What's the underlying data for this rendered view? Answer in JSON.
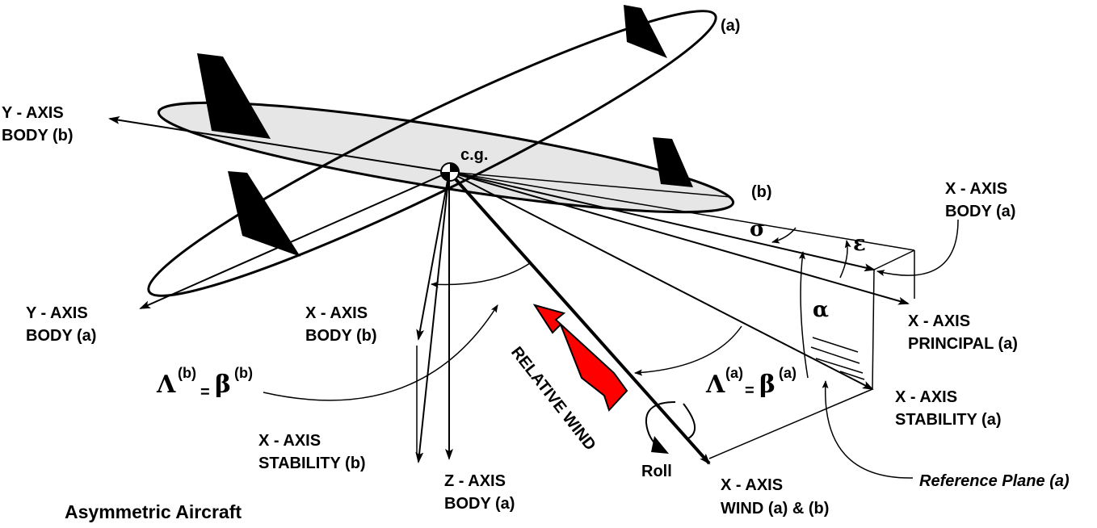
{
  "title": "Asymmetric Aircraft",
  "center_label": "c.g.",
  "wing_labels": {
    "a": "(a)",
    "b": "(b)"
  },
  "axis_labels": {
    "y_body_b": [
      "Y - AXIS",
      "BODY (b)"
    ],
    "y_body_a": [
      "Y - AXIS",
      "BODY (a)"
    ],
    "x_body_b": [
      "X - AXIS",
      "BODY (b)"
    ],
    "x_stability_b": [
      "X - AXIS",
      "STABILITY (b)"
    ],
    "z_body_a": [
      "Z - AXIS",
      "BODY (a)"
    ],
    "x_wind": [
      "X - AXIS",
      "WIND (a) & (b)"
    ],
    "x_stability_a": [
      "X - AXIS",
      "STABILITY (a)"
    ],
    "x_principal_a": [
      "X - AXIS",
      "PRINCIPAL (a)"
    ],
    "x_body_a": [
      "X - AXIS",
      "BODY (a)"
    ]
  },
  "relative_wind": "RELATIVE WIND",
  "roll": "Roll",
  "reference_plane": "Reference Plane (a)",
  "angles": {
    "sigma": "σ",
    "epsilon": "ε",
    "alpha": "α",
    "lambda_b": {
      "lhs": "Λ",
      "lhs_sup": "(b)",
      "eq": "=",
      "rhs": "β",
      "rhs_sup": "(b)"
    },
    "lambda_a": {
      "lhs": "Λ",
      "lhs_sup": "(a)",
      "eq": "=",
      "rhs": "β",
      "rhs_sup": "(a)"
    }
  },
  "colors": {
    "relative_wind_arrow": "#ff0000",
    "wing_b_fill": "#e6e6e6",
    "ink": "#000000"
  }
}
